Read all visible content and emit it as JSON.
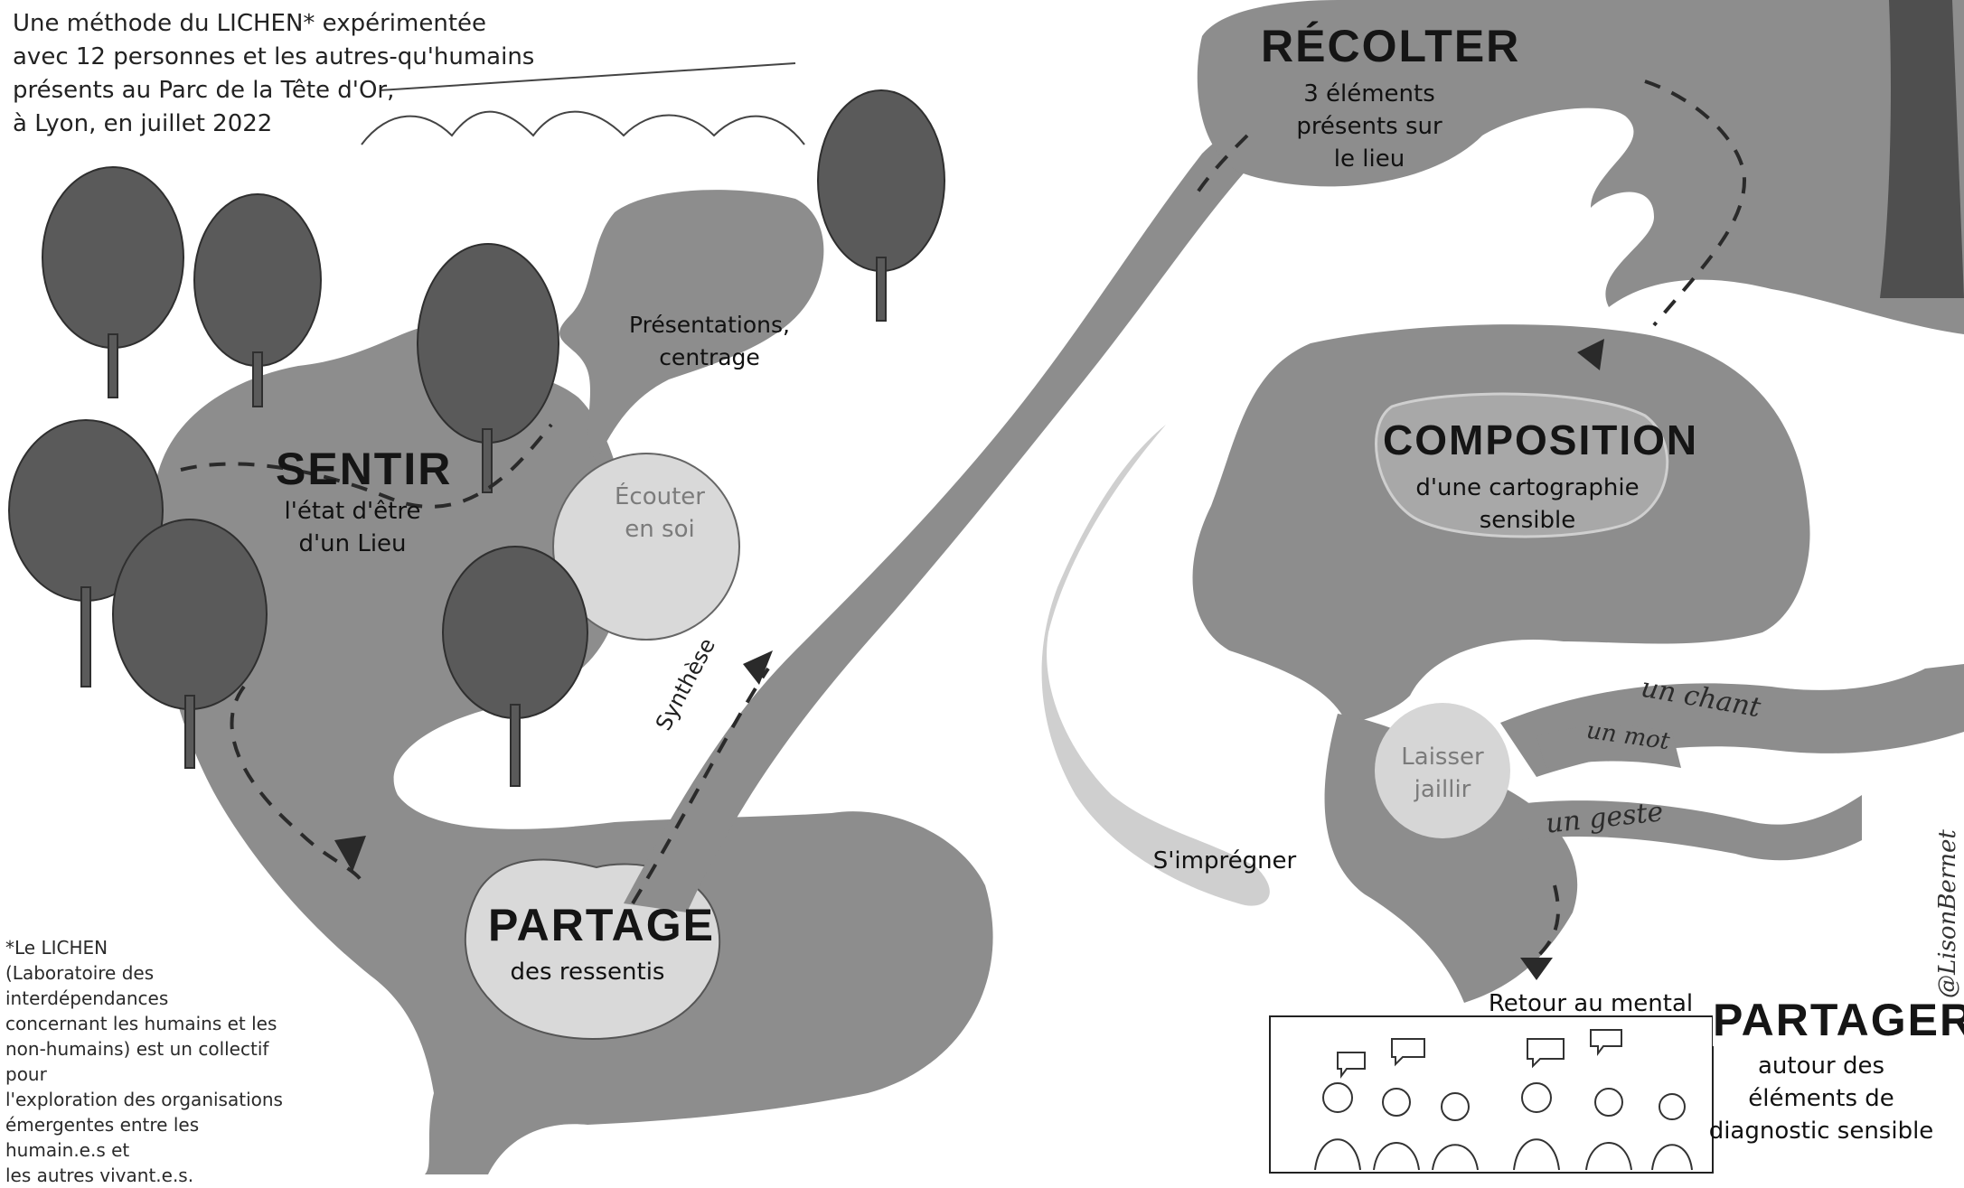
{
  "intro": "Une méthode du LICHEN* expérimentée\navec 12 personnes et les autres-qu'humains\nprésents au Parc de la Tête d'Or,\nà Lyon, en juillet 2022",
  "footnote": "*Le LICHEN\n(Laboratoire des interdépendances\nconcernant les humains et les\nnon-humains) est un collectif pour\nl'exploration des organisations\némergentes entre les humain.e.s et\nles autres vivant.e.s.",
  "steps": {
    "sentir": {
      "title": "SENTIR",
      "subtitle": "l'état d'être\nd'un Lieu"
    },
    "presentations": "Présentations,\ncentrage",
    "ecouter": "Écouter\nen soi",
    "partage": {
      "title": "PARTAGE",
      "subtitle": "des ressentis"
    },
    "synthese": "Synthèse",
    "recolter": {
      "title": "RÉCOLTER",
      "subtitle": "3 éléments\nprésents sur\nle lieu"
    },
    "composition": {
      "title": "COMPOSITION",
      "subtitle": "d'une cartographie\nsensible"
    },
    "laisser": "Laisser\njaillir",
    "impregner": "S'imprégner",
    "retour": "Retour au mental",
    "partager": {
      "title": "PARTAGER",
      "subtitle": "autour des\néléments de\ndiagnostic sensible"
    }
  },
  "ribbons": {
    "chant": "un chant",
    "mot": "un mot",
    "geste": "un geste"
  },
  "signature": "@LisonBernet"
}
